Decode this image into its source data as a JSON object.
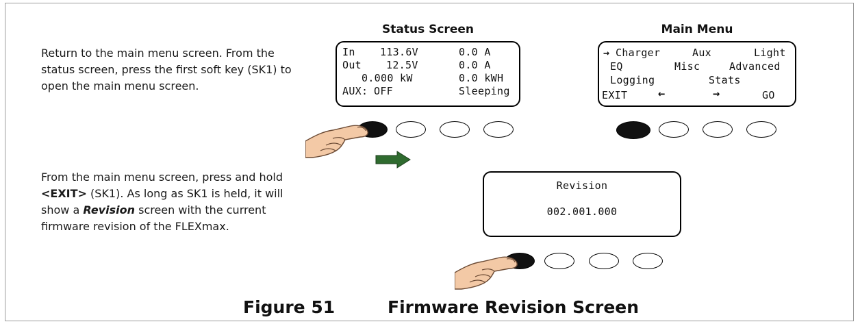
{
  "figure": {
    "number": "Figure 51",
    "title": "Firmware Revision Screen"
  },
  "instructions": {
    "step1": "Return to the main menu screen. From the status screen, press the first soft key (SK1) to open the main menu screen.",
    "step2": {
      "part1": "From the main menu screen, press and hold ",
      "exit_label": "<EXIT>",
      "part2": " (SK1).  As long as SK1 is held, it will show a ",
      "revision_word": "Revision",
      "part3": " screen with the current firmware revision of the FLEXmax."
    }
  },
  "status_screen": {
    "title": "Status Screen",
    "rows": [
      {
        "left": "In",
        "mid": "113.6V",
        "right": "0.0 A"
      },
      {
        "left": "Out",
        "mid": "12.5V",
        "right": "0.0 A"
      },
      {
        "left": "",
        "mid": "0.000 kW",
        "right": "0.0 kWH"
      },
      {
        "left": "AUX:",
        "mid": "OFF",
        "right": "Sleeping"
      }
    ]
  },
  "main_menu": {
    "title": "Main Menu",
    "items": {
      "charger": "Charger",
      "aux": "Aux",
      "light": "Light",
      "eq": "EQ",
      "misc": "Misc",
      "advanced": "Advanced",
      "logging": "Logging",
      "stats": "Stats"
    },
    "softkeys": {
      "exit": "EXIT",
      "left": "←",
      "right": "→",
      "go": "GO"
    },
    "cursor": "→"
  },
  "revision_screen": {
    "title": "Revision",
    "value": "002.001.000"
  },
  "colors": {
    "frame": "#9a9a9a",
    "arrow_fill": "#2f6b2f",
    "skin": "#f3c9a6",
    "skin_outline": "#6b4a34"
  },
  "icons": [
    "hand-pressing-icon",
    "right-arrow-icon",
    "selection-cursor-icon"
  ]
}
